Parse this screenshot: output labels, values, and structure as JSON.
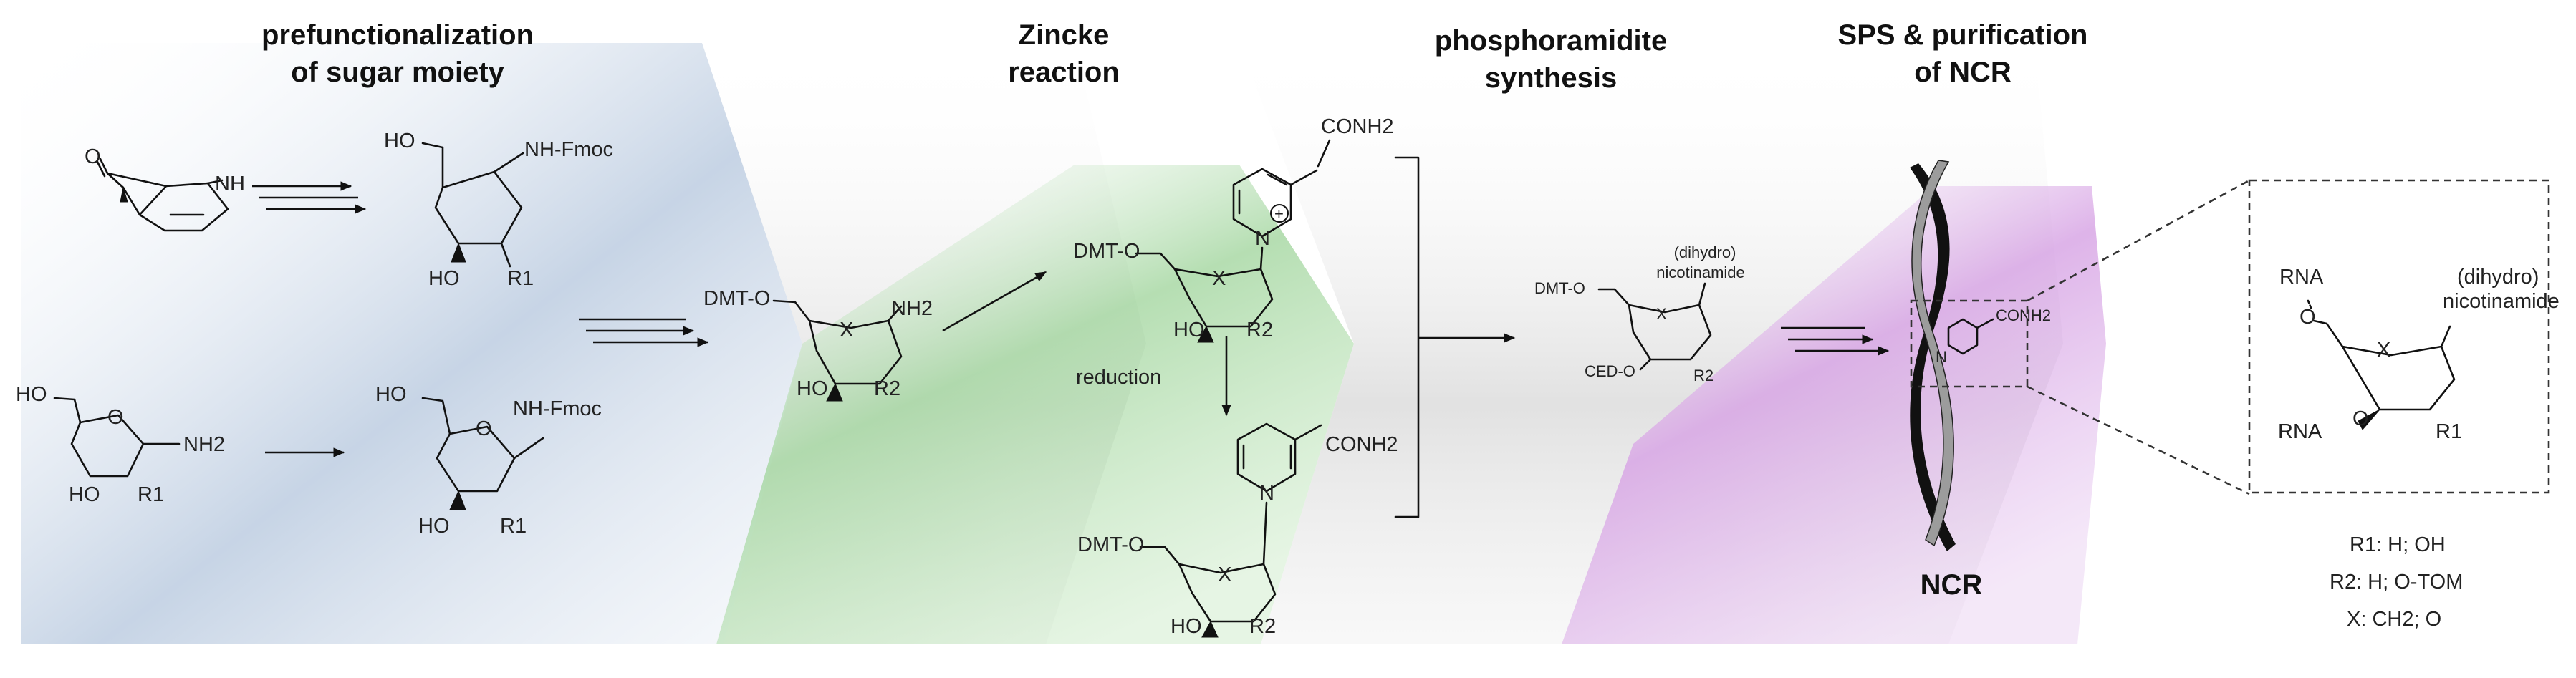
{
  "headings": {
    "h1_line1": "prefunctionalization",
    "h1_line2": "of sugar moiety",
    "h2_line1": "Zincke",
    "h2_line2": "reaction",
    "h3_line1": "phosphoramidite",
    "h3_line2": "synthesis",
    "h4_line1": "SPS & purification",
    "h4_line2": "of NCR"
  },
  "labels": {
    "o": "O",
    "nh": "NH",
    "ho": "HO",
    "nh_fmoc": "NH-Fmoc",
    "r1": "R1",
    "nh2": "NH2",
    "dmt_o": "DMT-O",
    "x": "X",
    "r2": "R2",
    "n": "N",
    "plus": "+",
    "conh2": "CONH2",
    "reduction": "reduction",
    "dihydro": "(dihydro)",
    "nicotinamide": "nicotinamide",
    "ced_o": "CED-O",
    "ncr": "NCR",
    "rna": "RNA"
  },
  "legend": {
    "r1_def": "R1: H; OH",
    "r2_def": "R2: H; O-TOM",
    "x_def": "X: CH2; O"
  },
  "colors": {
    "blue_band": "#a9bfd9",
    "green_band": "#9dd19a",
    "grey_band": "#cfcfcf",
    "purple_band": "#d6a4e3"
  }
}
